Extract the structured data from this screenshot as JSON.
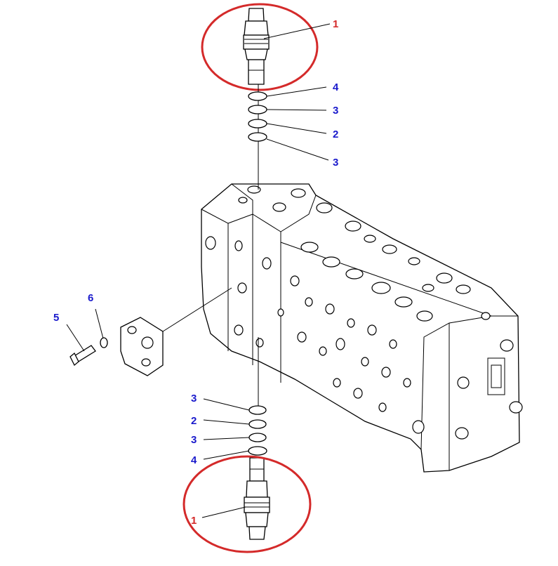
{
  "callouts": {
    "top_valve": "1",
    "top_ring_a": "4",
    "top_ring_b": "3",
    "top_ring_c": "2",
    "top_ring_d": "3",
    "bolt": "5",
    "washer": "6",
    "bottom_ring_a": "3",
    "bottom_ring_b": "2",
    "bottom_ring_c": "3",
    "bottom_ring_d": "4",
    "bottom_valve": "1"
  },
  "colors": {
    "highlight_circle": "#d42a2a",
    "valve_number": "#d42a2a",
    "part_number": "#1a1acc",
    "line_art": "#000000"
  }
}
